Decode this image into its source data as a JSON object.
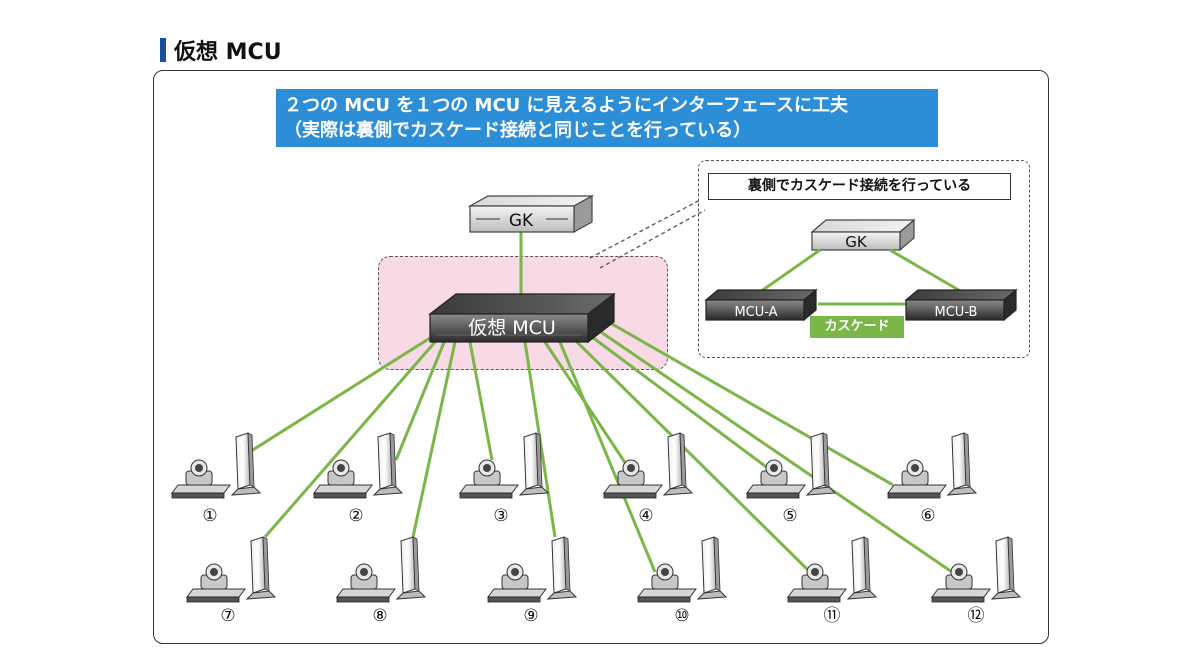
{
  "title": "仮想 MCU",
  "banner": {
    "line1": "２つの MCU を１つの MCU に見えるようにインターフェースに工夫",
    "line2": "（実際は裏側でカスケード接続と同じことを行っている）"
  },
  "cascade_box": {
    "note": "裏側でカスケード接続を行っている",
    "gk_label": "GK",
    "mcu_a_label": "MCU-A",
    "mcu_b_label": "MCU-B",
    "cascade_label": "カスケード"
  },
  "main": {
    "gk_label": "GK",
    "virtual_mcu_label": "仮想 MCU"
  },
  "terminals": [
    "①",
    "②",
    "③",
    "④",
    "⑤",
    "⑥",
    "⑦",
    "⑧",
    "⑨",
    "⑩",
    "⑪",
    "⑫"
  ],
  "colors": {
    "link_green": "#7ab648",
    "banner_blue": "#2d8ed8",
    "zone_pink": "#f8d9e6",
    "title_bar": "#1a4fa0"
  }
}
